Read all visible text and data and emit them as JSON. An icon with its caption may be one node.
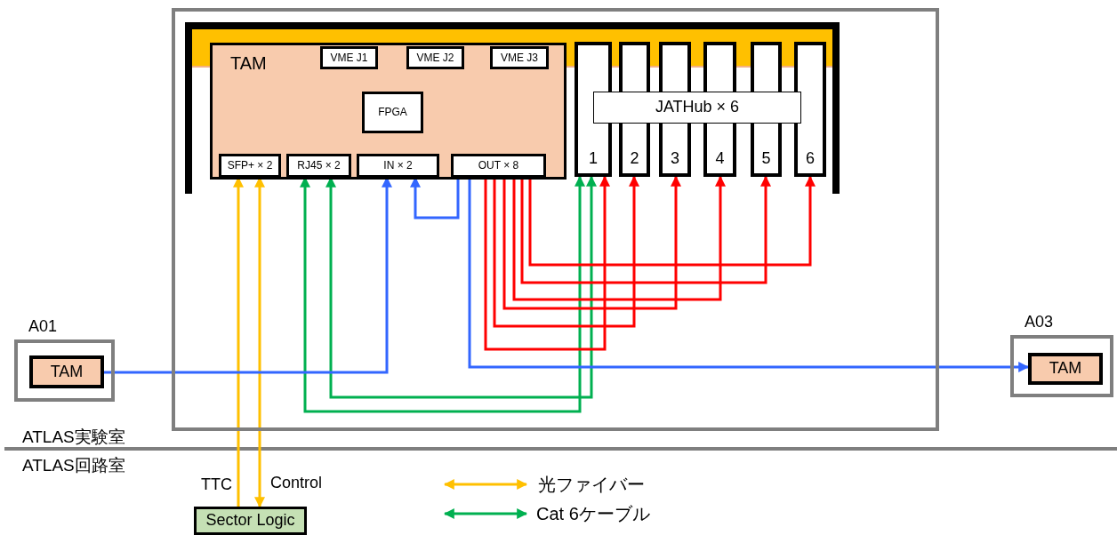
{
  "diagram": {
    "nodes": [
      {
        "text": [],
        "shape": "box"
      },
      {
        "text": [
          "TAM"
        ],
        "in": 0
      },
      {
        "text": [
          "VME J1"
        ],
        "in": 1
      },
      {
        "text": [
          "VME J2"
        ],
        "in": 1
      },
      {
        "text": [
          "VME J3"
        ],
        "in": 1
      },
      {
        "text": [
          "FPGA"
        ],
        "in": 1
      },
      {
        "text": [
          "SFP+ × 2"
        ],
        "in": 1
      },
      {
        "text": [
          "RJ45 × 2"
        ],
        "in": 1
      },
      {
        "text": [
          "IN × 2"
        ],
        "in": 1
      },
      {
        "text": [
          "OUT × 8"
        ],
        "in": 1
      },
      {
        "text": [
          "1"
        ],
        "in": 0
      },
      {
        "text": [
          "2"
        ],
        "in": 0
      },
      {
        "text": [
          "3"
        ],
        "in": 0
      },
      {
        "text": [
          "4"
        ],
        "in": 0
      },
      {
        "text": [
          "5"
        ],
        "in": 0
      },
      {
        "text": [
          "6"
        ],
        "in": 0
      },
      {
        "text": [
          "JATHub × 6"
        ],
        "in": 0
      },
      {
        "text": [
          "A01"
        ]
      },
      {
        "text": [
          "TAM"
        ],
        "in": 17
      },
      {
        "text": [
          "A03"
        ]
      },
      {
        "text": [
          "TAM"
        ],
        "in": 19
      },
      {
        "text": [
          "Sector Logic"
        ]
      }
    ],
    "edges": [
      {
        "from": 21,
        "to": 6,
        "arrow": "to",
        "label": "TTC",
        "color": "#ffc000"
      },
      {
        "from": 6,
        "to": 21,
        "arrow": "both",
        "label": "Control",
        "color": "#ffc000"
      },
      {
        "from": 7,
        "to": 10,
        "arrow": "both",
        "color": "#00b050"
      },
      {
        "from": 7,
        "to": 10,
        "arrow": "both",
        "color": "#00b050"
      },
      {
        "from": 18,
        "to": 8,
        "arrow": "to",
        "color": "#3366ff"
      },
      {
        "from": 9,
        "to": 8,
        "arrow": "to",
        "color": "#3366ff"
      },
      {
        "from": 9,
        "to": 20,
        "arrow": "to",
        "color": "#3366ff"
      },
      {
        "from": 9,
        "to": 10,
        "arrow": "to"
      },
      {
        "from": 9,
        "to": 11,
        "arrow": "to"
      },
      {
        "from": 9,
        "to": 12,
        "arrow": "to"
      },
      {
        "from": 9,
        "to": 13,
        "arrow": "to"
      },
      {
        "from": 9,
        "to": 14,
        "arrow": "to"
      },
      {
        "from": 9,
        "to": 15,
        "arrow": "to"
      }
    ],
    "labels": [
      "ATLAS実験室",
      "ATLAS回路室"
    ],
    "legend": [
      {
        "text": "光ファイバー"
      },
      {
        "text": "Cat 6ケーブル"
      }
    ]
  }
}
